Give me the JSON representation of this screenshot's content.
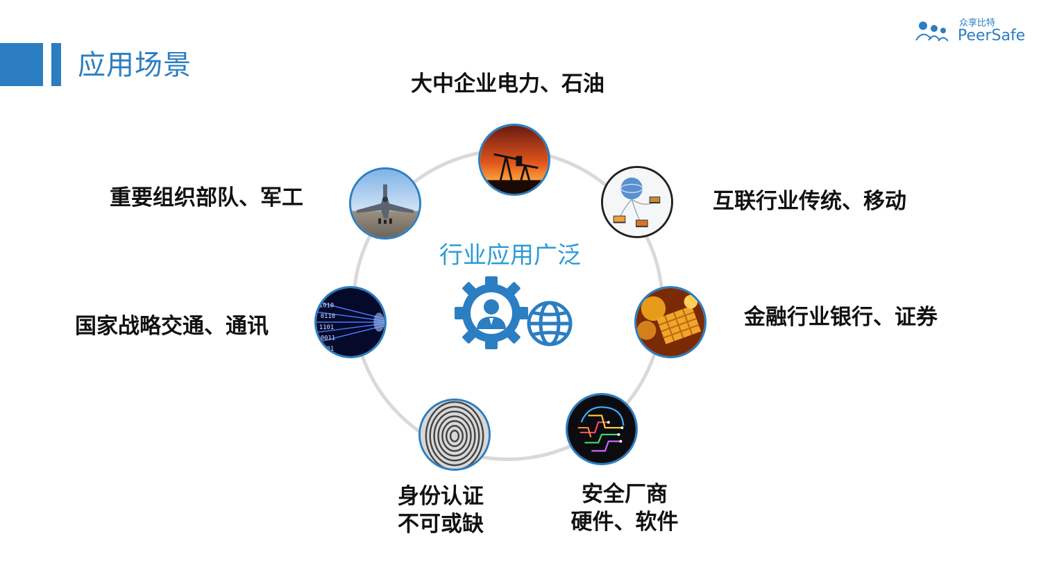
{
  "header": {
    "title": "应用场景",
    "logo_cn": "众享比特",
    "logo_en": "PeerSafe"
  },
  "center": {
    "title": "行业应用广泛",
    "icons": [
      "gear-user-icon",
      "globe-icon"
    ]
  },
  "nodes": [
    {
      "key": "energy",
      "label": "大中企业电力、石油",
      "image": "oil-pumpjack-sunset"
    },
    {
      "key": "internet",
      "label": "互联行业传统、移动",
      "image": "globe-network-laptops"
    },
    {
      "key": "finance",
      "label": "金融行业银行、证券",
      "image": "gold-bars-coins"
    },
    {
      "key": "security",
      "label_lines": [
        "安全厂商",
        "硬件、软件"
      ],
      "image": "circuit-brain"
    },
    {
      "key": "identity",
      "label_lines": [
        "身份认证",
        "不可或缺"
      ],
      "image": "fingerprint"
    },
    {
      "key": "transport",
      "label": "国家战略交通、通讯",
      "image": "binary-data-tunnel"
    },
    {
      "key": "military",
      "label": "重要组织部队、军工",
      "image": "fighter-jet"
    }
  ],
  "colors": {
    "accent": "#2b7ec1",
    "center_title": "#2b9bd6",
    "ring": "#d9d9d9",
    "label": "#111111"
  }
}
